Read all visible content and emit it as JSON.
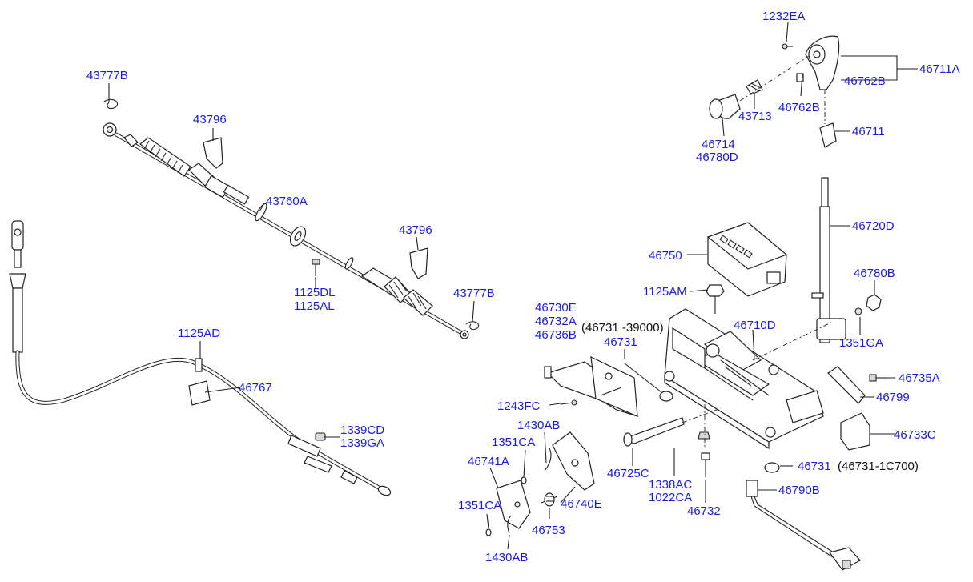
{
  "colors": {
    "callout": "#1a1adc",
    "note": "#111111",
    "line": "#222222"
  },
  "labels": {
    "l43777B_a": "43777B",
    "l43796_a": "43796",
    "l43760A": "43760A",
    "l43796_b": "43796",
    "l1125DL": "1125DL",
    "l1125AL": "1125AL",
    "l43777B_b": "43777B",
    "l1125AD": "1125AD",
    "l46767": "46767",
    "l1339CD": "1339CD",
    "l1339GA": "1339GA",
    "l1232EA": "1232EA",
    "l46711A": "46711A",
    "l46762B_a": "46762B",
    "l43713": "43713",
    "l46762B_b": "46762B",
    "l46714": "46714",
    "l46780D": "46780D",
    "l46711": "46711",
    "l46720D": "46720D",
    "l46750": "46750",
    "l46780B": "46780B",
    "l1125AM": "1125AM",
    "l46730E": "46730E",
    "l46732A": "46732A",
    "l46736B": "46736B",
    "note1": "(46731 -39000)",
    "l46731_a": "46731",
    "l46710D": "46710D",
    "l1351GA": "1351GA",
    "l46735A": "46735A",
    "l46799": "46799",
    "l1243FC": "1243FC",
    "l1430AB_a": "1430AB",
    "l1351CA_a": "1351CA",
    "l46733C": "46733C",
    "l46741A": "46741A",
    "l46725C": "46725C",
    "l1338AC": "1338AC",
    "l1022CA": "1022CA",
    "l46731_b": "46731",
    "note2": "(46731-1C700)",
    "l46790B": "46790B",
    "l46740E": "46740E",
    "l1351CA_b": "1351CA",
    "l46753": "46753",
    "l46732": "46732",
    "l1430AB_b": "1430AB"
  }
}
